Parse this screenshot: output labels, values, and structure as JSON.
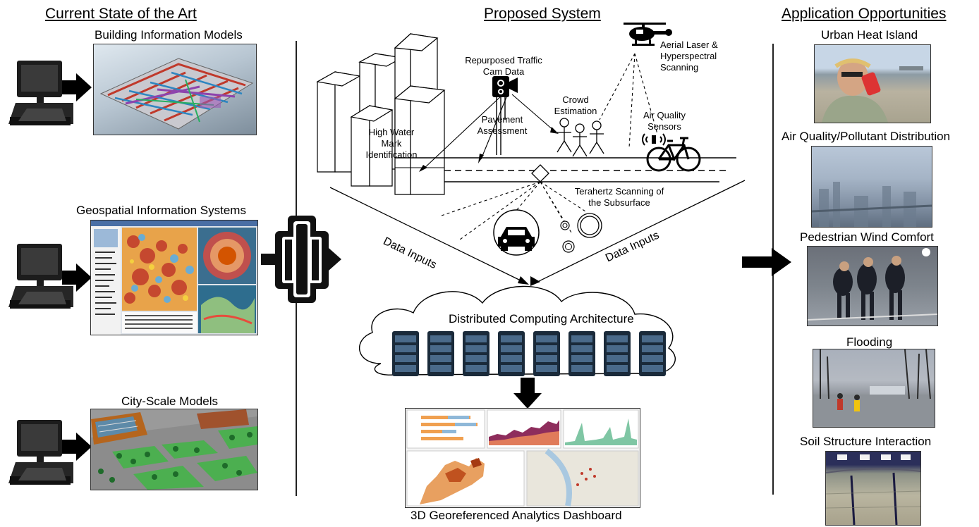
{
  "sections": {
    "left": "Current State of the Art",
    "center": "Proposed System",
    "right": "Application Opportunities"
  },
  "left_items": [
    "Building Information Models",
    "Geospatial Information Systems",
    "City-Scale Models"
  ],
  "center_labels": {
    "traffic_cam": [
      "Repurposed Traffic",
      "Cam Data"
    ],
    "aerial": [
      "Aerial Laser &",
      "Hyperspectral",
      "Scanning"
    ],
    "crowd": [
      "Crowd",
      "Estimation"
    ],
    "pavement": [
      "Pavement",
      "Assessment"
    ],
    "air_quality": [
      "Air Quality",
      "Sensors"
    ],
    "high_water": [
      "High Water",
      "Mark",
      "Identification"
    ],
    "terahertz": [
      "Terahertz Scanning of",
      "the Subsurface"
    ],
    "data_inputs_left": "Data Inputs",
    "data_inputs_right": "Data Inputs",
    "cloud": "Distributed Computing Architecture",
    "dashboard": "3D Georeferenced Analytics Dashboard"
  },
  "applications": [
    "Urban Heat Island",
    "Air Quality/Pollutant Distribution",
    "Pedestrian Wind Comfort",
    "Flooding",
    "Soil Structure Interaction"
  ],
  "icons": [
    "computer-icon",
    "arrow-right-icon",
    "helicopter-icon",
    "traffic-camera-icon",
    "bicycle-icon",
    "car-icon",
    "server-icon",
    "chip-icon"
  ]
}
